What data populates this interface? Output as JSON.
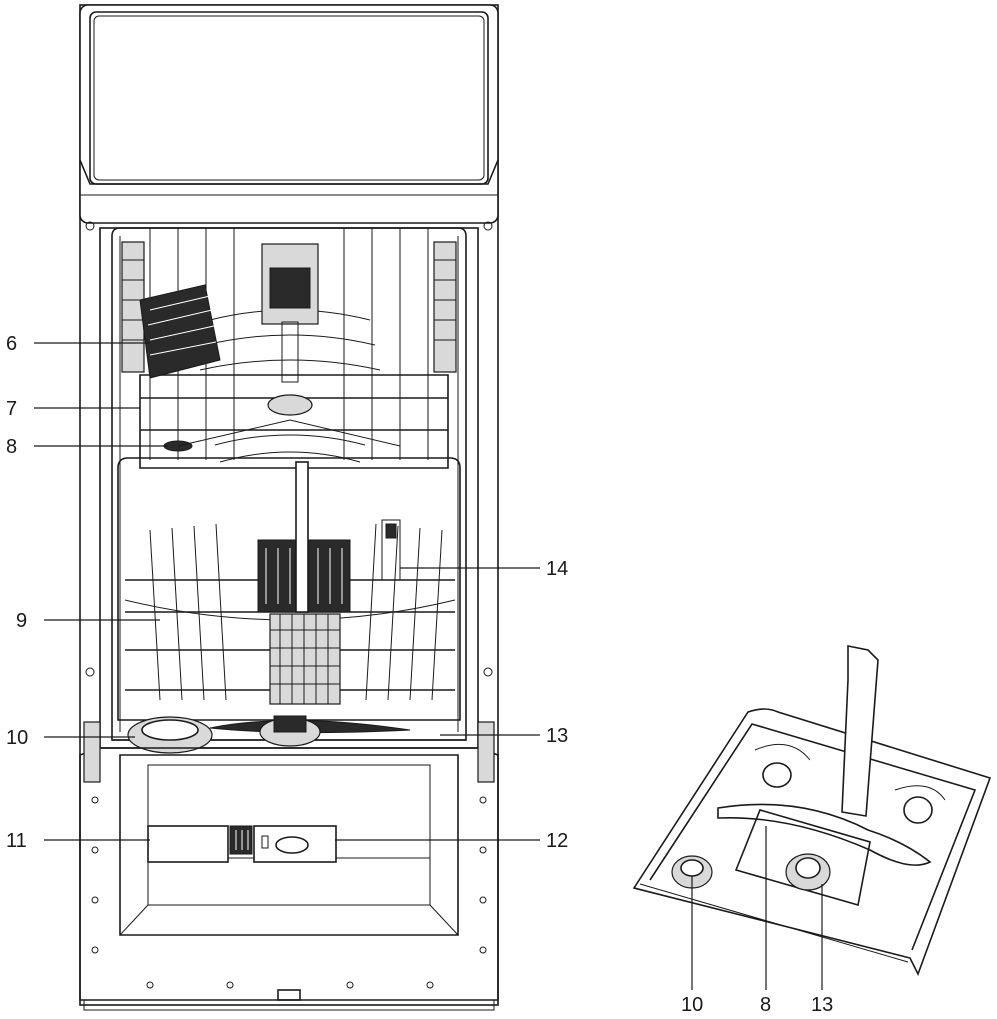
{
  "callouts_main": [
    {
      "id": "c6",
      "label": "6"
    },
    {
      "id": "c7",
      "label": "7"
    },
    {
      "id": "c8",
      "label": "8"
    },
    {
      "id": "c9",
      "label": "9"
    },
    {
      "id": "c10",
      "label": "10"
    },
    {
      "id": "c11",
      "label": "11"
    },
    {
      "id": "c12",
      "label": "12"
    },
    {
      "id": "c13",
      "label": "13"
    },
    {
      "id": "c14",
      "label": "14"
    }
  ],
  "callouts_detail": [
    {
      "id": "d10",
      "label": "10"
    },
    {
      "id": "d8",
      "label": "8"
    },
    {
      "id": "d13",
      "label": "13"
    }
  ]
}
